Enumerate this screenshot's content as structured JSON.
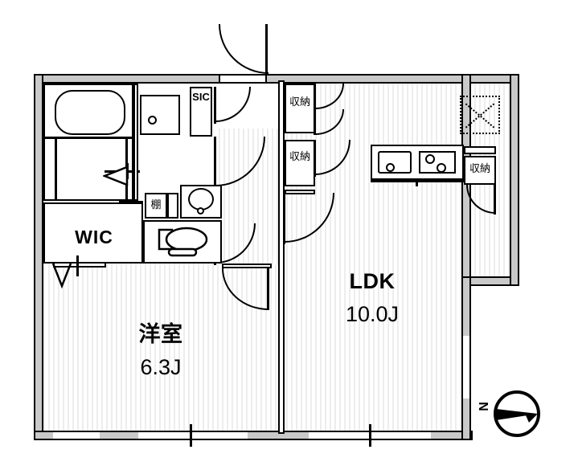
{
  "document": {
    "type": "floor-plan",
    "title": "Apartment floor plan 1LDK"
  },
  "rooms": [
    {
      "key": "ldk",
      "name": "LDK",
      "area": "10.0J"
    },
    {
      "key": "bedroom",
      "name": "洋室",
      "area": "6.3J"
    },
    {
      "key": "wic",
      "name": "WIC",
      "area": ""
    }
  ],
  "labels": {
    "ldk_name": "LDK",
    "ldk_area": "10.0J",
    "bedroom_name": "洋室",
    "bedroom_area": "6.3J",
    "wic": "WIC",
    "sic": "SIC",
    "shelf": "棚",
    "storage_1": "収納",
    "storage_2": "収納",
    "storage_3": "収納",
    "compass_north": "N"
  },
  "fixtures": [
    {
      "name": "bathtub",
      "label": ""
    },
    {
      "name": "washbasin",
      "label": ""
    },
    {
      "name": "washing-machine",
      "label": ""
    },
    {
      "name": "toilet",
      "label": ""
    },
    {
      "name": "kitchen-sink",
      "label": ""
    },
    {
      "name": "gas-stove",
      "label": ""
    },
    {
      "name": "shoe-in-closet",
      "label": "SIC"
    },
    {
      "name": "shelf",
      "label": "棚"
    }
  ],
  "colors": {
    "wall_fill": "#c9c9c9",
    "outline": "#000000",
    "floor_base": "#ffffff",
    "floor_stripe": "#ededed"
  }
}
